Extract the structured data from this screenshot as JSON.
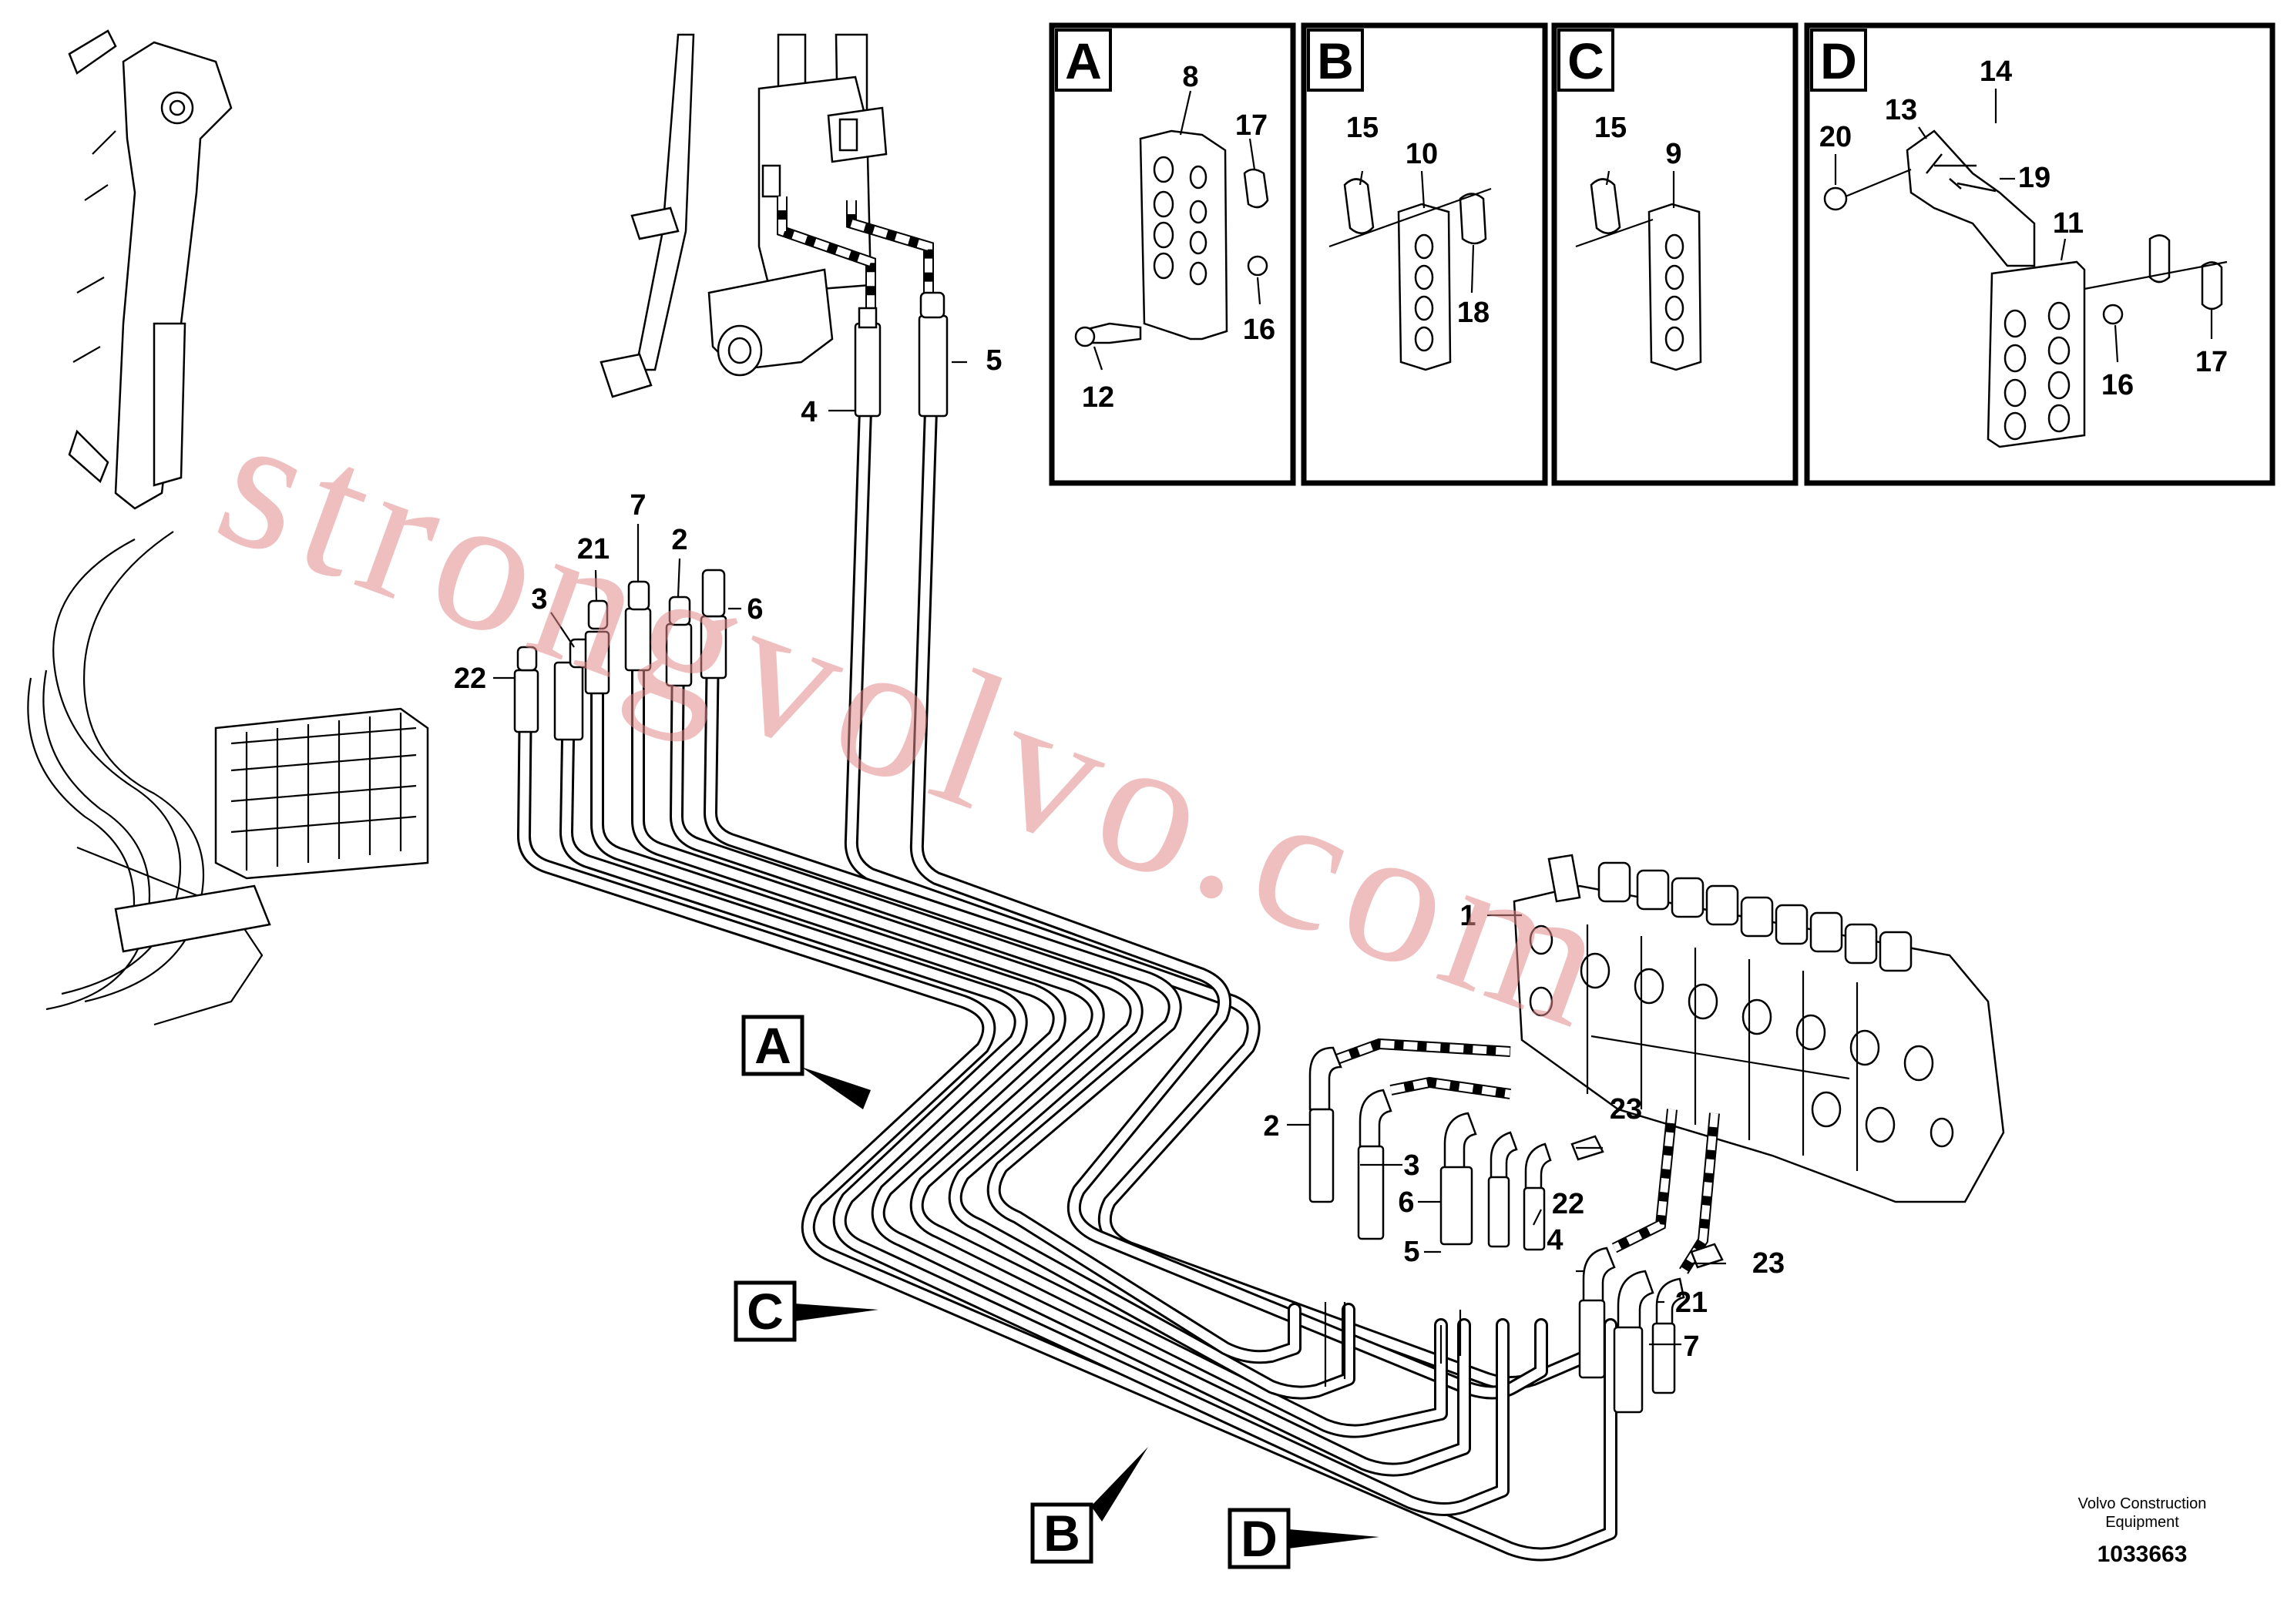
{
  "panels": [
    {
      "letter": "A",
      "callouts": [
        "8",
        "17",
        "16",
        "12"
      ]
    },
    {
      "letter": "B",
      "callouts": [
        "15",
        "10",
        "18"
      ]
    },
    {
      "letter": "C",
      "callouts": [
        "15",
        "9"
      ]
    },
    {
      "letter": "D",
      "callouts": [
        "14",
        "13",
        "20",
        "19",
        "11",
        "16",
        "17"
      ]
    }
  ],
  "view_flags": [
    "A",
    "C",
    "B",
    "D"
  ],
  "callouts": {
    "c4_top": "4",
    "c5_top": "5",
    "c7_top": "7",
    "c21_top": "21",
    "c2_top": "2",
    "c3_top": "3",
    "c6_top": "6",
    "c22_top": "22",
    "c1": "1",
    "c2_valve": "2",
    "c3_valve": "3",
    "c23_a": "23",
    "c6_valve": "6",
    "c22_valve": "22",
    "c5_valve": "5",
    "c4_valve": "4",
    "c21_valve": "21",
    "c23_b": "23",
    "c7_valve": "7"
  },
  "watermark": "strongvolvo.com",
  "footer": {
    "brand_line1": "Volvo Construction",
    "brand_line2": "Equipment",
    "number": "1033663"
  }
}
